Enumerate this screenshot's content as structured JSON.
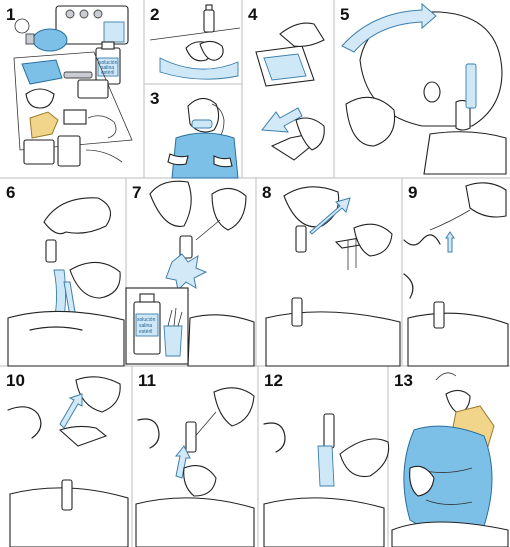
{
  "panels": [
    {
      "number": "1"
    },
    {
      "number": "2"
    },
    {
      "number": "3"
    },
    {
      "number": "4"
    },
    {
      "number": "5"
    },
    {
      "number": "6"
    },
    {
      "number": "7"
    },
    {
      "number": "8"
    },
    {
      "number": "9"
    },
    {
      "number": "10"
    },
    {
      "number": "11"
    },
    {
      "number": "12"
    },
    {
      "number": "13"
    }
  ],
  "labels": {
    "saline_bottle_panel1": [
      "solución",
      "salina",
      "estéril"
    ],
    "saline_bottle_panel7": [
      "solución",
      "salina",
      "estéril"
    ]
  },
  "colors": {
    "accent_blue": "#6fb7e0",
    "glove_yellow": "#f1d58a",
    "line": "#222222"
  }
}
